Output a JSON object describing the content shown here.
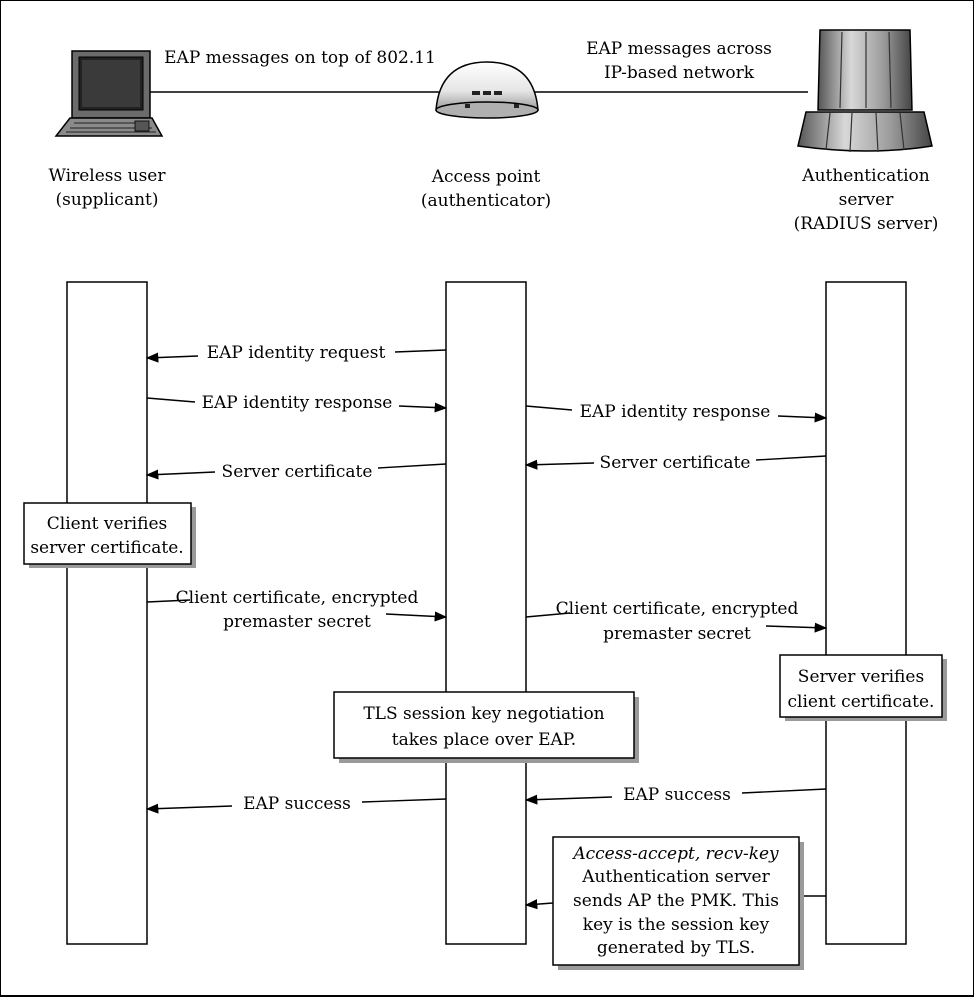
{
  "header": {
    "link_left_label": "EAP messages on top of 802.11",
    "link_right_label": [
      "EAP messages across",
      "IP-based network"
    ]
  },
  "entities": [
    {
      "id": "supplicant",
      "icon": "laptop-icon",
      "label": [
        "Wireless user",
        "(supplicant)"
      ]
    },
    {
      "id": "authenticator",
      "icon": "access-point-icon",
      "label": [
        "Access point",
        "(authenticator)"
      ]
    },
    {
      "id": "server",
      "icon": "server-icon",
      "label": [
        "Authentication",
        "server",
        "(RADIUS server)"
      ]
    }
  ],
  "messages": [
    {
      "from": "authenticator",
      "to": "supplicant",
      "label": [
        "EAP identity request"
      ]
    },
    {
      "from": "supplicant",
      "to": "authenticator",
      "label": [
        "EAP identity response"
      ]
    },
    {
      "from": "authenticator",
      "to": "server",
      "label": [
        "EAP identity response"
      ]
    },
    {
      "from": "authenticator",
      "to": "supplicant",
      "label": [
        "Server certificate"
      ]
    },
    {
      "from": "server",
      "to": "authenticator",
      "label": [
        "Server certificate"
      ]
    },
    {
      "from": "supplicant",
      "to": "authenticator",
      "label": [
        "Client certificate, encrypted",
        "premaster secret"
      ]
    },
    {
      "from": "authenticator",
      "to": "server",
      "label": [
        "Client certificate, encrypted",
        "premaster secret"
      ]
    },
    {
      "from": "authenticator",
      "to": "supplicant",
      "label": [
        "EAP success"
      ]
    },
    {
      "from": "server",
      "to": "authenticator",
      "label": [
        "EAP success"
      ]
    },
    {
      "from": "server",
      "to": "authenticator",
      "label": []
    }
  ],
  "notes": [
    {
      "id": "client-verifies",
      "lines": [
        "Client verifies",
        "server certificate."
      ]
    },
    {
      "id": "server-verifies",
      "lines": [
        "Server verifies",
        "client certificate."
      ]
    },
    {
      "id": "tls-negotiation",
      "lines": [
        "TLS session key negotiation",
        "takes place over EAP."
      ]
    },
    {
      "id": "access-accept",
      "italic_line": "Access-accept, recv-key",
      "lines": [
        "Authentication",
        "server",
        "sends AP the PMK. This",
        "key is the session key",
        "generated by TLS."
      ]
    }
  ]
}
